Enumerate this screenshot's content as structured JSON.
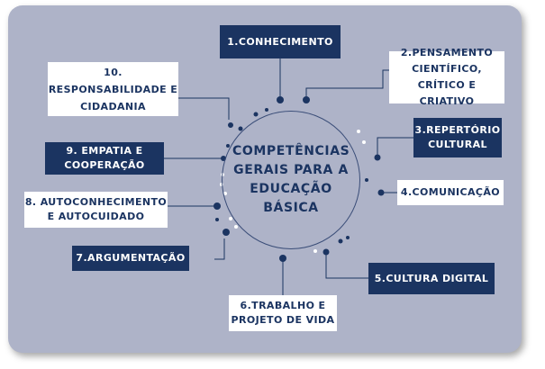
{
  "hub": {
    "title": "COMPETÊNCIAS GERAIS PARA A EDUCAÇÃO BÁSICA"
  },
  "competencies": [
    {
      "label": "1.CONHECIMENTO",
      "style": "dark"
    },
    {
      "label": "2.PENSAMENTO CIENTÍFICO, CRÍTICO E CRIATIVO",
      "style": "light"
    },
    {
      "label": "3.REPERTÓRIO CULTURAL",
      "style": "dark"
    },
    {
      "label": "4.COMUNICAÇÃO",
      "style": "light"
    },
    {
      "label": "5.CULTURA DIGITAL",
      "style": "dark"
    },
    {
      "label": "6.TRABALHO E PROJETO DE VIDA",
      "style": "light"
    },
    {
      "label": "7.ARGUMENTAÇÃO",
      "style": "dark"
    },
    {
      "label": "8. AUTOCONHECIMENTO E AUTOCUIDADO",
      "style": "light"
    },
    {
      "label": "9. EMPATIA E COOPERAÇÃO",
      "style": "dark"
    },
    {
      "label": "10. RESPONSABILIDADE E CIDADANIA",
      "style": "light"
    }
  ],
  "colors": {
    "navy": "#1b3461",
    "panel": "#aeb3c8",
    "white": "#ffffff"
  }
}
